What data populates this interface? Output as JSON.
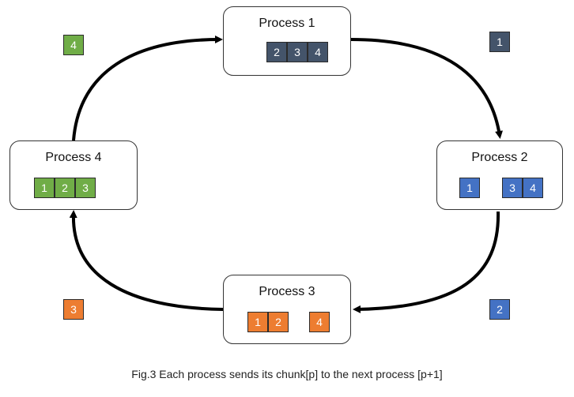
{
  "processes": [
    {
      "title": "Process 1",
      "chunks": [
        "2",
        "3",
        "4"
      ]
    },
    {
      "title": "Process 2",
      "chunks": [
        "1",
        "3",
        "4"
      ]
    },
    {
      "title": "Process 3",
      "chunks": [
        "1",
        "2",
        "4"
      ]
    },
    {
      "title": "Process 4",
      "chunks": [
        "1",
        "2",
        "3"
      ]
    }
  ],
  "sent_chunks": [
    {
      "label": "1",
      "color": "#44546a"
    },
    {
      "label": "2",
      "color": "#4472c4"
    },
    {
      "label": "3",
      "color": "#ed7d31"
    },
    {
      "label": "4",
      "color": "#70ad47"
    }
  ],
  "caption": "Fig.3 Each process sends its chunk[p] to the next process [p+1]"
}
